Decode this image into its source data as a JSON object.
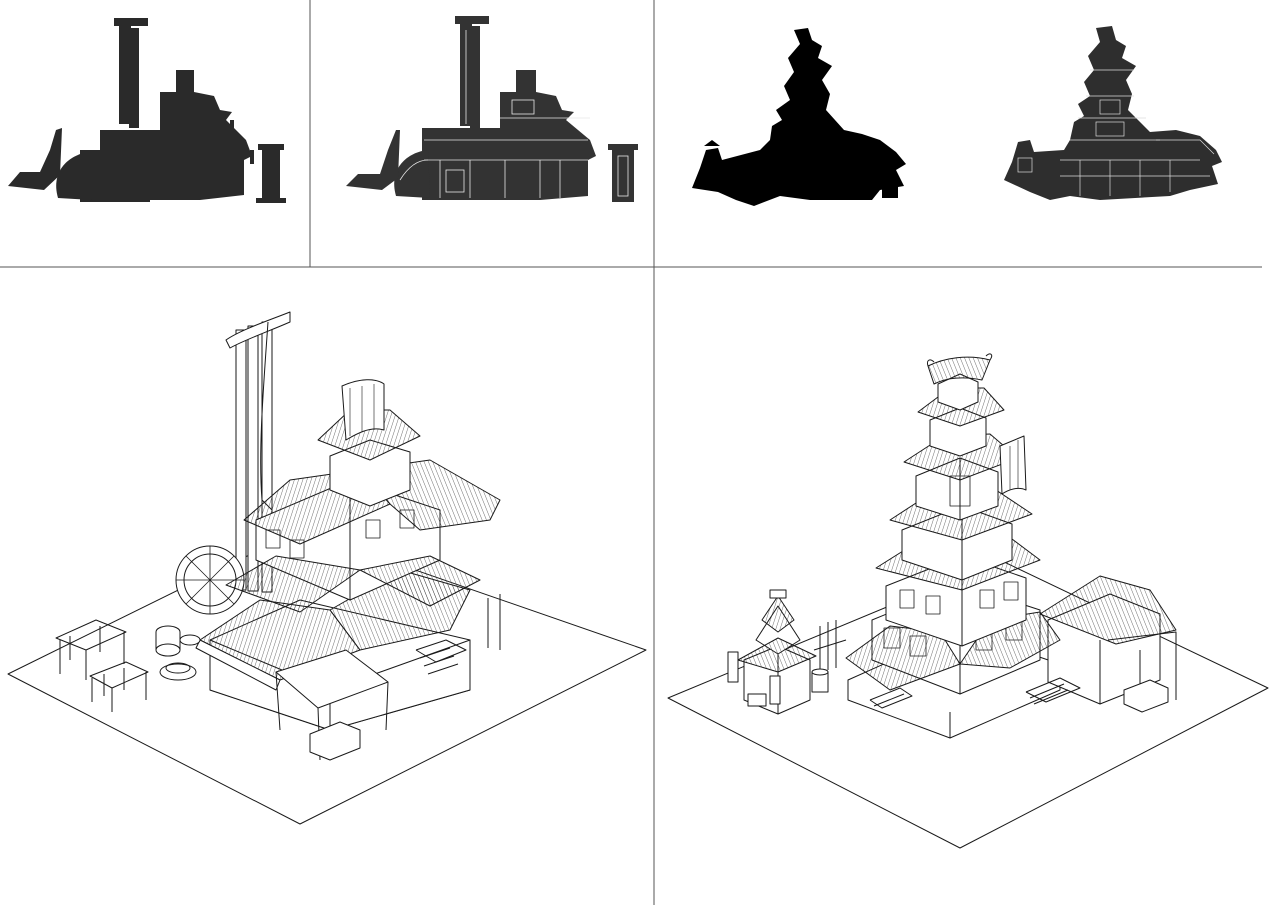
{
  "colors": {
    "background": "#ffffff",
    "ink": "#1a1a1a",
    "silhouette_dark": "#2a2a2a",
    "silhouette_black": "#000000",
    "divider": "#555555"
  },
  "panels": [
    {
      "id": "forge-silhouette",
      "style": "solid silhouette"
    },
    {
      "id": "forge-silhouette-detail",
      "style": "silhouette with linework"
    },
    {
      "id": "pagoda-silhouette",
      "style": "solid silhouette"
    },
    {
      "id": "pagoda-silhouette-detail",
      "style": "silhouette with linework"
    },
    {
      "id": "forge-lineart",
      "style": "isometric line art"
    },
    {
      "id": "pagoda-lineart",
      "style": "isometric line art"
    }
  ]
}
